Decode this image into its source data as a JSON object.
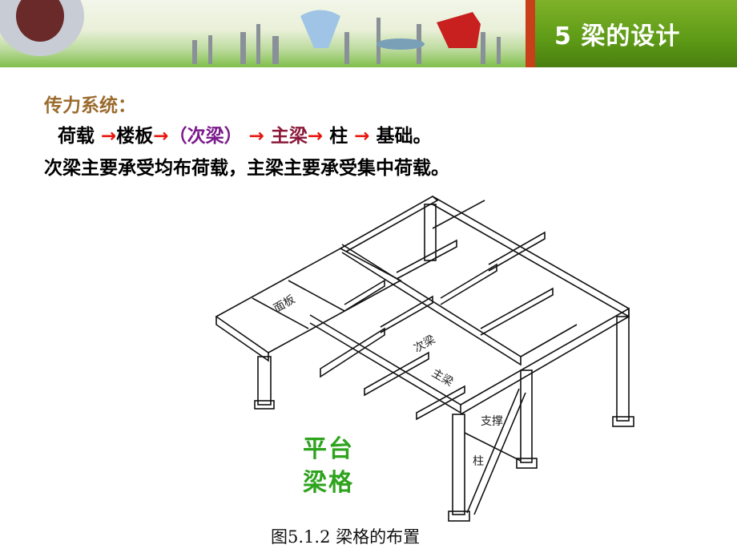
{
  "header": {
    "title": "5 梁的设计",
    "colors": {
      "title_bg": "#5d9a16",
      "stripe": "#c8401a"
    }
  },
  "content": {
    "heading": "传力系统：",
    "chain": {
      "items": [
        "荷载",
        "楼板",
        "（次梁）",
        "主梁",
        "柱",
        "基础。"
      ],
      "arrow": "→"
    },
    "note": "次梁主要承受均布荷载，主梁主要承受集中荷载。"
  },
  "figure": {
    "labels": {
      "panel": "面板",
      "secondary_beam": "次梁",
      "main_beam": "主梁",
      "brace": "支撑",
      "column": "柱"
    },
    "overlay_line1": "平台",
    "overlay_line2": "梁格",
    "caption": "图5.1.2  梁格的布置"
  }
}
